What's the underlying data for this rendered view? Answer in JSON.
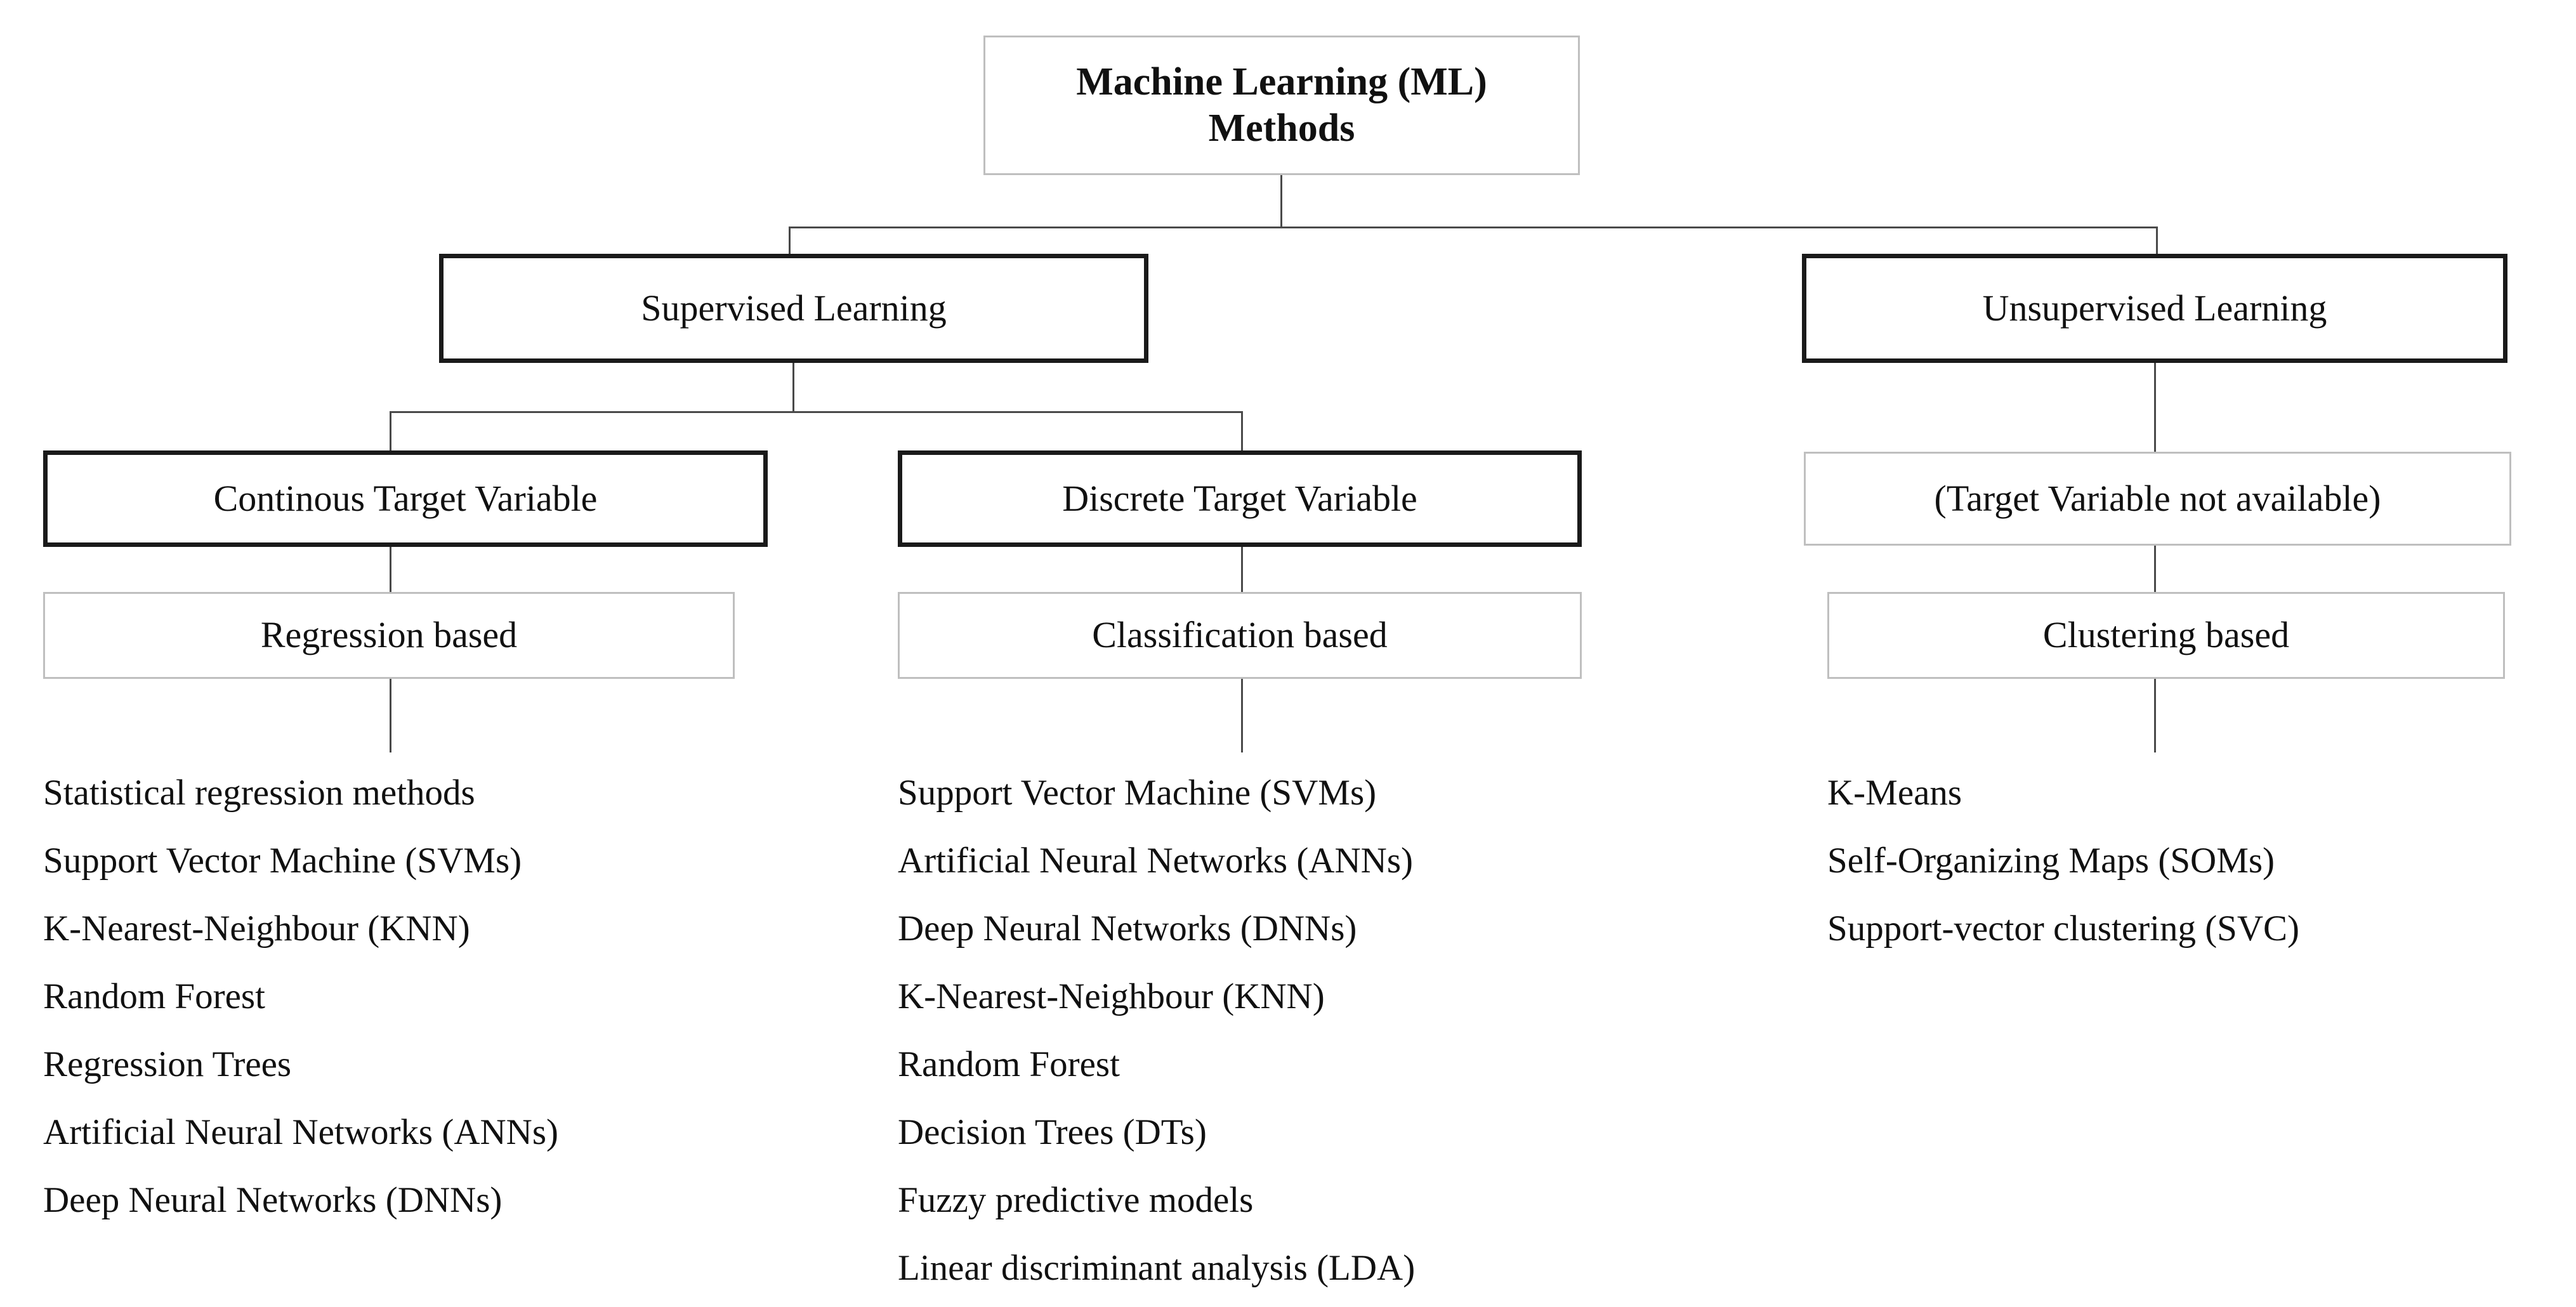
{
  "diagram": {
    "title": "Machine Learning (ML) Methods taxonomy",
    "colors": {
      "thick_border": "#1a1a1a",
      "thin_border": "#bfbfbf",
      "connector": "#4a4a4a",
      "text": "#111111",
      "background": "#ffffff"
    }
  },
  "root": {
    "line1": "Machine Learning (ML)",
    "line2": "Methods"
  },
  "level2": {
    "supervised": "Supervised Learning",
    "unsupervised": "Unsupervised Learning"
  },
  "level3": {
    "continuous": "Continous Target Variable",
    "discrete": "Discrete Target Variable",
    "no_target": "(Target Variable not available)"
  },
  "level4": {
    "regression": "Regression based",
    "classification": "Classification based",
    "clustering": "Clustering based"
  },
  "lists": {
    "regression_methods": [
      "Statistical regression methods",
      "Support Vector Machine (SVMs)",
      "K-Nearest-Neighbour (KNN)",
      "Random Forest",
      "Regression Trees",
      "Artificial Neural Networks (ANNs)",
      "Deep Neural Networks (DNNs)"
    ],
    "classification_methods": [
      "Support Vector Machine (SVMs)",
      "Artificial Neural Networks (ANNs)",
      "Deep Neural Networks (DNNs)",
      "K-Nearest-Neighbour (KNN)",
      "Random Forest",
      "Decision Trees (DTs)",
      "Fuzzy predictive models",
      "Linear discriminant analysis (LDA)"
    ],
    "clustering_methods": [
      "K-Means",
      "Self-Organizing Maps (SOMs)",
      "Support-vector clustering (SVC)"
    ]
  }
}
